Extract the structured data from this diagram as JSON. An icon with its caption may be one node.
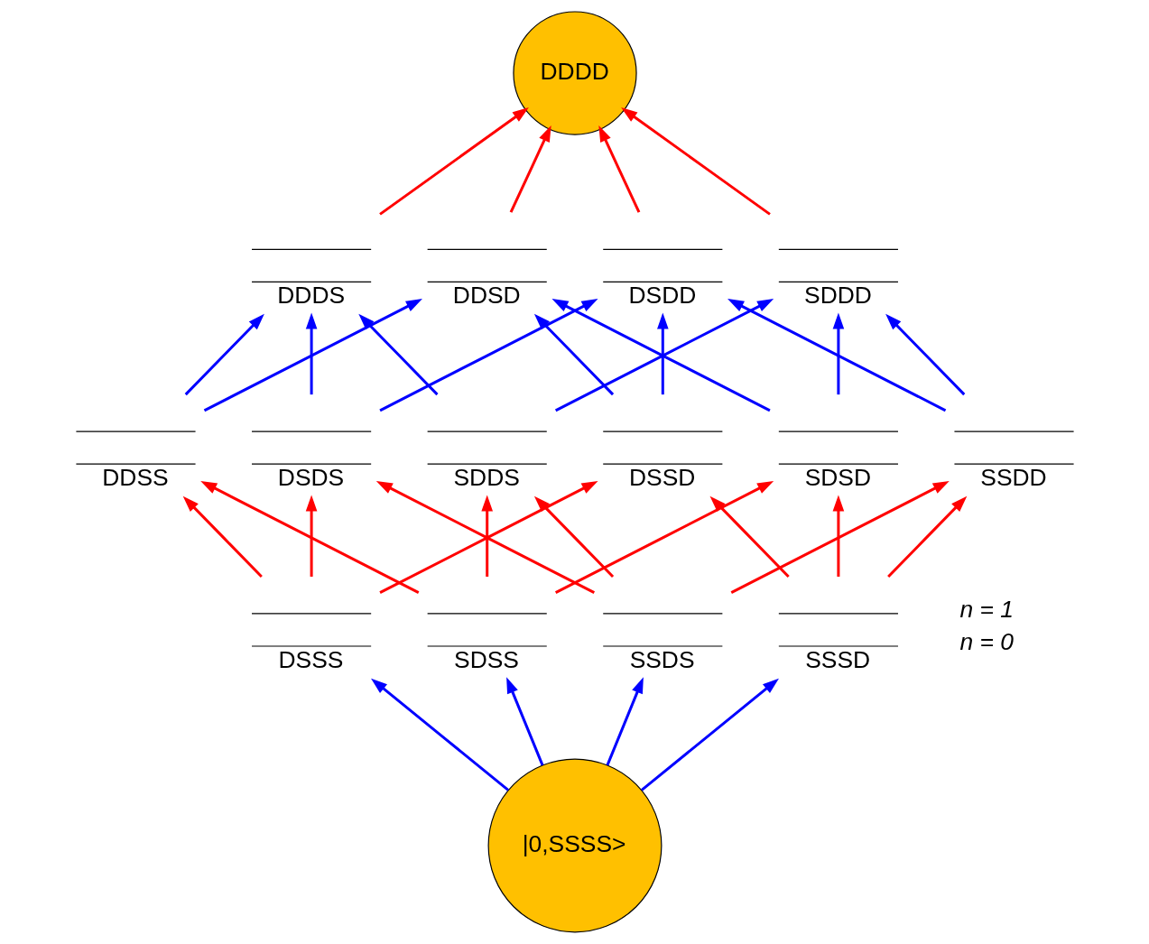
{
  "diagram": {
    "nodes": [
      {
        "text": [
          "DDDD"
        ]
      },
      {
        "text": [
          "DDDS"
        ]
      },
      {
        "text": [
          "DDSD"
        ]
      },
      {
        "text": [
          "DSDD"
        ]
      },
      {
        "text": [
          "SDDD"
        ]
      },
      {
        "text": [
          "DDSS"
        ]
      },
      {
        "text": [
          "DSDS"
        ]
      },
      {
        "text": [
          "DSSD"
        ]
      },
      {
        "text": [
          "SDDS"
        ]
      },
      {
        "text": [
          "SDSD"
        ]
      },
      {
        "text": [
          "SSDD"
        ]
      },
      {
        "text": [
          "DSSS"
        ]
      },
      {
        "text": [
          "SDSS"
        ]
      },
      {
        "text": [
          "SSDS"
        ]
      },
      {
        "text": [
          "SSSD"
        ]
      },
      {
        "text": [
          "|0,SSSS>"
        ]
      }
    ],
    "edges": [
      {
        "from": 15,
        "to": 11,
        "arrow": "to",
        "color": "#0000ff"
      },
      {
        "from": 15,
        "to": 12,
        "arrow": "to",
        "color": "#0000ff"
      },
      {
        "from": 15,
        "to": 13,
        "arrow": "to",
        "color": "#0000ff"
      },
      {
        "from": 15,
        "to": 14,
        "arrow": "to",
        "color": "#0000ff"
      },
      {
        "from": 11,
        "to": 5,
        "arrow": "to",
        "color": "#ff0000"
      },
      {
        "from": 11,
        "to": 6,
        "arrow": "to",
        "color": "#ff0000"
      },
      {
        "from": 11,
        "to": 7,
        "arrow": "to",
        "color": "#ff0000"
      },
      {
        "from": 12,
        "to": 5,
        "arrow": "to",
        "color": "#ff0000"
      },
      {
        "from": 12,
        "to": 8,
        "arrow": "to",
        "color": "#ff0000"
      },
      {
        "from": 12,
        "to": 9,
        "arrow": "to",
        "color": "#ff0000"
      },
      {
        "from": 13,
        "to": 6,
        "arrow": "to",
        "color": "#ff0000"
      },
      {
        "from": 13,
        "to": 8,
        "arrow": "to",
        "color": "#ff0000"
      },
      {
        "from": 13,
        "to": 10,
        "arrow": "to",
        "color": "#ff0000"
      },
      {
        "from": 14,
        "to": 7,
        "arrow": "to",
        "color": "#ff0000"
      },
      {
        "from": 14,
        "to": 9,
        "arrow": "to",
        "color": "#ff0000"
      },
      {
        "from": 14,
        "to": 10,
        "arrow": "to",
        "color": "#ff0000"
      },
      {
        "from": 5,
        "to": 1,
        "arrow": "to",
        "color": "#0000ff"
      },
      {
        "from": 5,
        "to": 2,
        "arrow": "to",
        "color": "#0000ff"
      },
      {
        "from": 6,
        "to": 1,
        "arrow": "to",
        "color": "#0000ff"
      },
      {
        "from": 6,
        "to": 3,
        "arrow": "to",
        "color": "#0000ff"
      },
      {
        "from": 7,
        "to": 2,
        "arrow": "to",
        "color": "#0000ff"
      },
      {
        "from": 7,
        "to": 3,
        "arrow": "to",
        "color": "#0000ff"
      },
      {
        "from": 8,
        "to": 1,
        "arrow": "to",
        "color": "#0000ff"
      },
      {
        "from": 8,
        "to": 4,
        "arrow": "to",
        "color": "#0000ff"
      },
      {
        "from": 9,
        "to": 2,
        "arrow": "to",
        "color": "#0000ff"
      },
      {
        "from": 9,
        "to": 4,
        "arrow": "to",
        "color": "#0000ff"
      },
      {
        "from": 10,
        "to": 3,
        "arrow": "to",
        "color": "#0000ff"
      },
      {
        "from": 10,
        "to": 4,
        "arrow": "to",
        "color": "#0000ff"
      },
      {
        "from": 1,
        "to": 0,
        "arrow": "to",
        "color": "#ff0000"
      },
      {
        "from": 2,
        "to": 0,
        "arrow": "to",
        "color": "#ff0000"
      },
      {
        "from": 3,
        "to": 0,
        "arrow": "to",
        "color": "#ff0000"
      },
      {
        "from": 4,
        "to": 0,
        "arrow": "to",
        "color": "#ff0000"
      }
    ],
    "labels": [
      "n = 1",
      "n = 0"
    ]
  }
}
